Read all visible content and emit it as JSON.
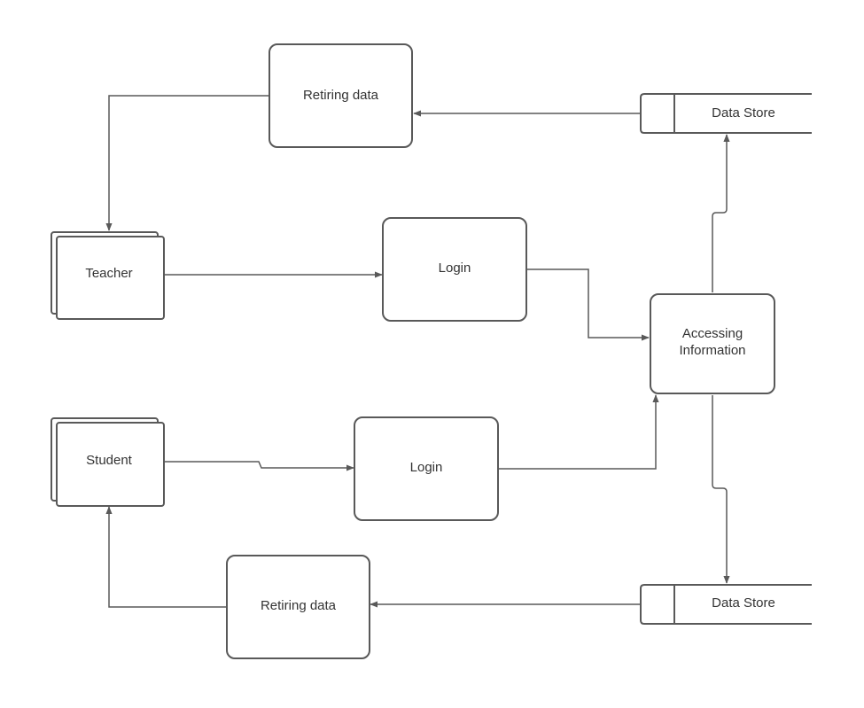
{
  "diagram": {
    "nodes": {
      "retiring_top": "Retiring data",
      "store_top": "Data Store",
      "teacher": "Teacher",
      "login_top": "Login",
      "accessing_line1": "Accessing",
      "accessing_line2": "Information",
      "student": "Student",
      "login_bottom": "Login",
      "retiring_bottom": "Retiring data",
      "store_bottom": "Data Store"
    },
    "colors": {
      "stroke": "#595959",
      "text": "#333333",
      "background": "#ffffff"
    }
  }
}
